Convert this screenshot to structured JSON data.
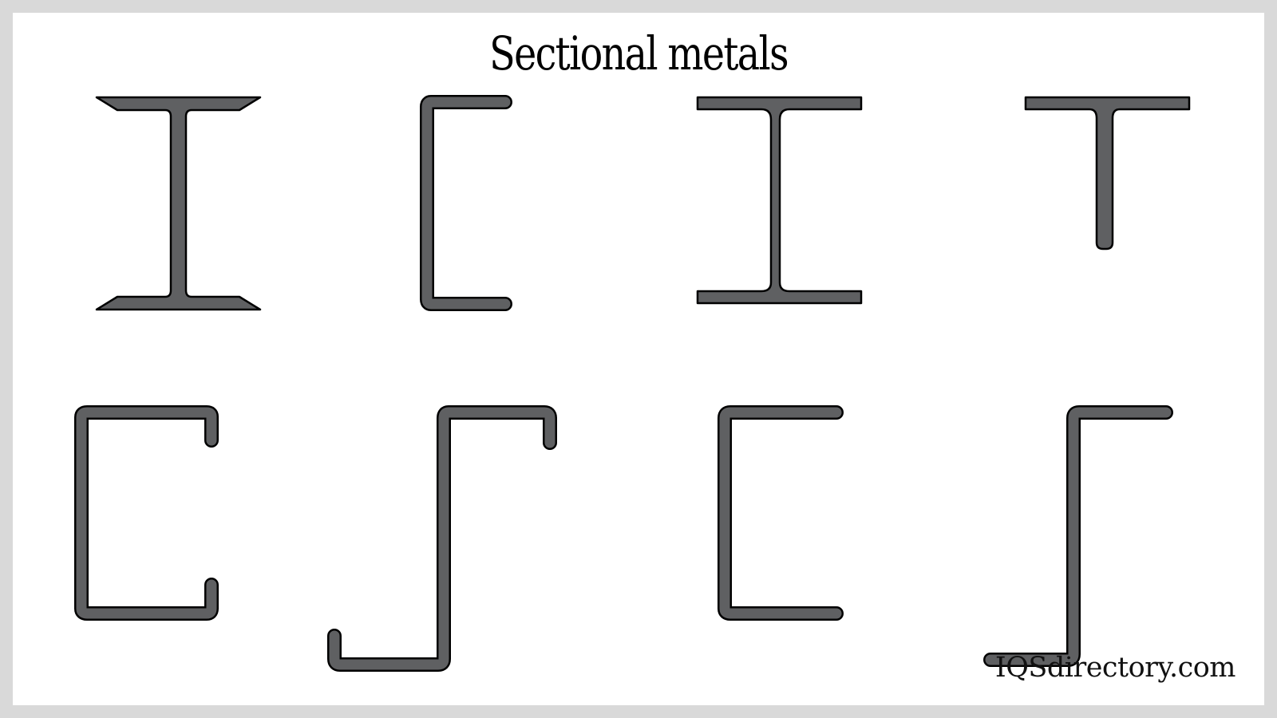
{
  "figure": {
    "title": "Sectional metals",
    "watermark": "IQSdirectory.com",
    "colors": {
      "frame": "#d9d9d9",
      "background": "#ffffff",
      "profile_fill": "#5f6062",
      "profile_outline": "#000000"
    },
    "profiles": [
      {
        "row": 1,
        "col": 1,
        "shape": "tapered-flange I-beam"
      },
      {
        "row": 1,
        "col": 2,
        "shape": "C-channel"
      },
      {
        "row": 1,
        "col": 3,
        "shape": "wide-flange I-beam"
      },
      {
        "row": 1,
        "col": 4,
        "shape": "T-section"
      },
      {
        "row": 2,
        "col": 1,
        "shape": "lipped C-channel"
      },
      {
        "row": 2,
        "col": 2,
        "shape": "lipped Z-section"
      },
      {
        "row": 2,
        "col": 3,
        "shape": "plain C-channel"
      },
      {
        "row": 2,
        "col": 4,
        "shape": "Z-section"
      }
    ]
  }
}
